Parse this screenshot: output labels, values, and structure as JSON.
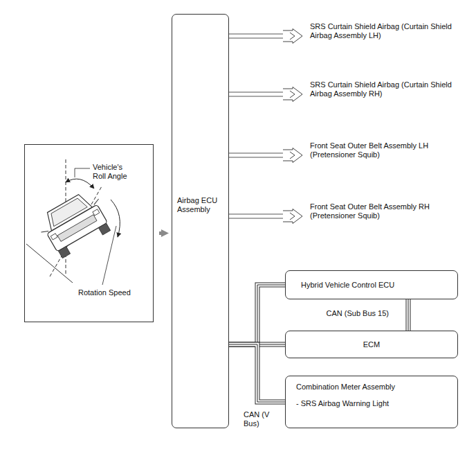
{
  "diagram": {
    "nodes": [
      {
        "text": [
          "Vehicle's Roll Angle",
          "Rotation Speed"
        ]
      },
      {
        "text": [
          "Airbag ECU Assembly"
        ]
      },
      {
        "text": [
          "SRS Curtain Shield Airbag (Curtain Shield Airbag Assembly LH)"
        ]
      },
      {
        "text": [
          "SRS Curtain Shield Airbag (Curtain Shield Airbag Assembly RH)"
        ]
      },
      {
        "text": [
          "Front Seat Outer Belt Assembly LH (Pretensioner Squib)"
        ]
      },
      {
        "text": [
          "Front Seat Outer Belt Assembly RH (Pretensioner Squib)"
        ]
      },
      {
        "text": [
          "Hybrid Vehicle Control ECU"
        ]
      },
      {
        "text": [
          "ECM"
        ]
      },
      {
        "text": [
          "Combination Meter Assembly",
          "- SRS Airbag Warning Light"
        ]
      }
    ],
    "edges": [
      {
        "from": 0,
        "to": 1,
        "arrow": "to"
      },
      {
        "from": 1,
        "to": 2,
        "arrow": "none"
      },
      {
        "from": 1,
        "to": 3,
        "arrow": "none"
      },
      {
        "from": 1,
        "to": 4,
        "arrow": "none"
      },
      {
        "from": 1,
        "to": 5,
        "arrow": "none"
      },
      {
        "from": 1,
        "to": 6,
        "arrow": "none"
      },
      {
        "from": 1,
        "to": 7,
        "arrow": "none"
      },
      {
        "from": 1,
        "to": 8,
        "arrow": "none"
      },
      {
        "from": 6,
        "to": 7,
        "label": "CAN (Sub Bus 15)",
        "arrow": "none"
      }
    ],
    "labels": [
      "CAN (V Bus)"
    ]
  }
}
